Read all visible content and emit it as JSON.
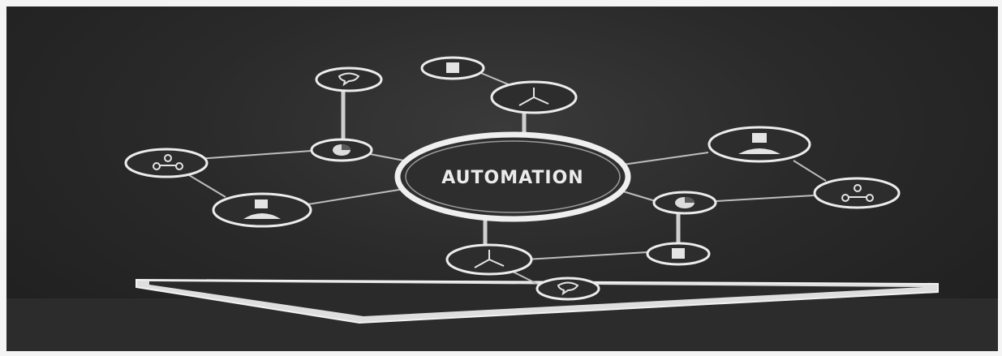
{
  "diagram": {
    "hub": {
      "label": "AUTOMATION"
    },
    "colors": {
      "background": "#262626",
      "ring": "#ededed",
      "line": "#bdbdbd",
      "icon": "#e4e4e4",
      "platform": "#e6e6e6"
    },
    "icons": [
      "hub-node",
      "speech-bubble-icon",
      "document-icon",
      "clock-icon",
      "pie-chart-icon",
      "network-icon",
      "person-icon",
      "platform-tablet"
    ]
  }
}
